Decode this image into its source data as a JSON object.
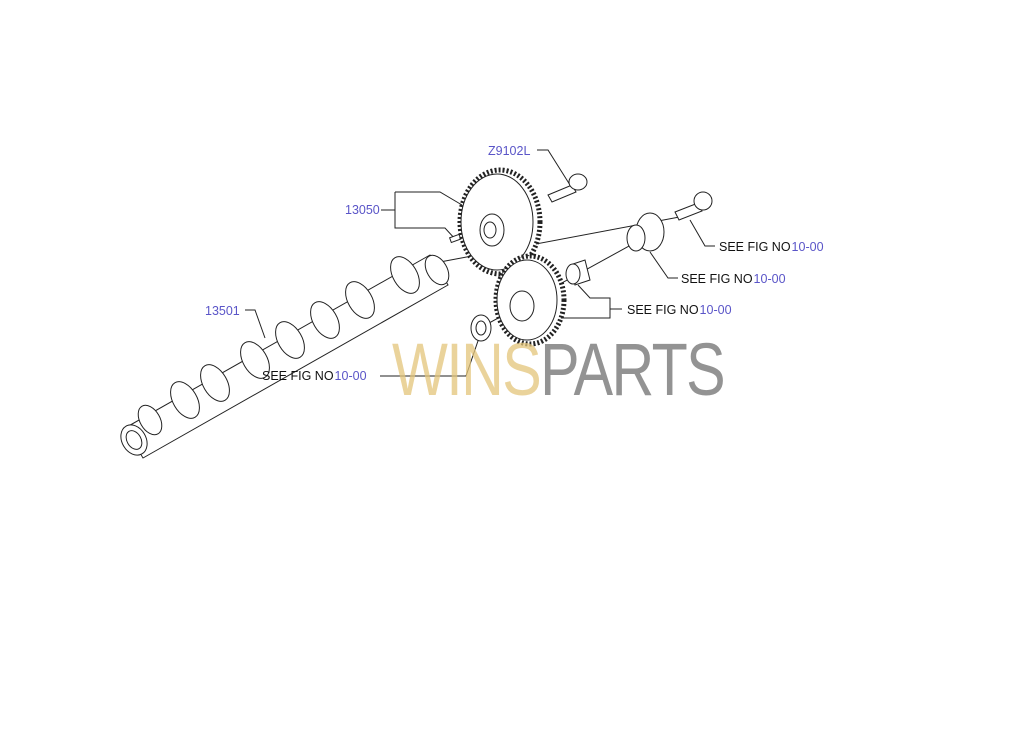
{
  "callouts": {
    "part_z9102l": "Z9102L",
    "part_13050": "13050",
    "part_13501": "13501",
    "see_prefix": "SEE FIG NO",
    "see_ref": "10-00"
  },
  "watermark": {
    "part1": "WINS",
    "part2": "PARTS"
  },
  "colors": {
    "part_number": "#5a55c8",
    "watermark_gold": "#e4c57a",
    "watermark_gray": "#6f6f6f"
  }
}
